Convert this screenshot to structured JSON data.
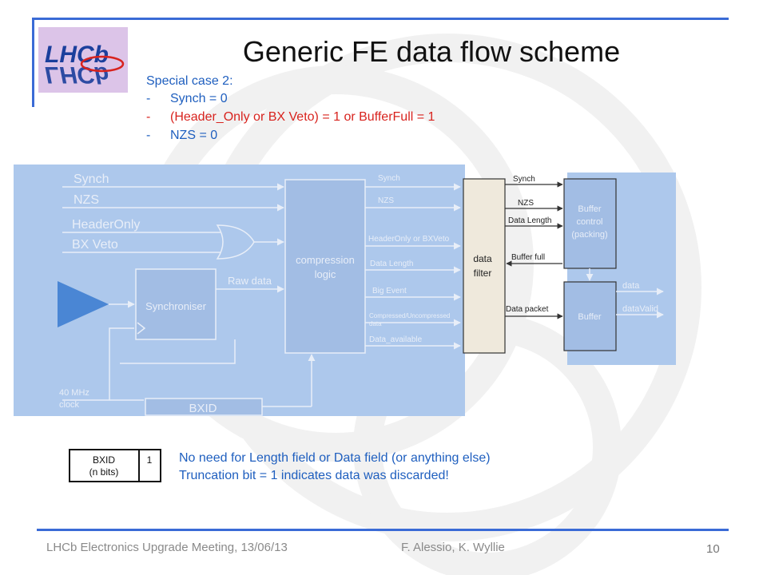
{
  "slide": {
    "title": "Generic FE data flow scheme",
    "subheading": "Special case 2:",
    "conditions": [
      {
        "dash": "-",
        "text": "Synch = 0",
        "color": "#1f5fbf"
      },
      {
        "dash": "-",
        "text": "(Header_Only or BX Veto) = 1 or BufferFull = 1",
        "color": "#d8231e"
      },
      {
        "dash": "-",
        "text": "NZS = 0",
        "color": "#1f5fbf"
      }
    ],
    "notes": [
      "No need for Length field or Data field (or anything else)",
      "Truncation bit  = 1 indicates data was discarded!"
    ]
  },
  "logo": {
    "text": "LHCb",
    "reflection": "LHCb"
  },
  "diagram": {
    "inputs": [
      "Synch",
      "NZS",
      "HeaderOnly",
      "BX Veto"
    ],
    "clock": [
      "40 MHz",
      "clock"
    ],
    "synchroniser": "Synchroniser",
    "raw_data": "Raw data",
    "bxid": "BXID",
    "compression": [
      "compression",
      "logic"
    ],
    "compression_outputs": [
      "Synch",
      "NZS",
      "HeaderOnly or BXVeto",
      "Data Length",
      "Big Event",
      "Compressed/Uncompressed",
      "data",
      "Data_available"
    ],
    "data_filter": [
      "data",
      "filter"
    ],
    "filter_outputs": [
      "Synch",
      "NZS",
      "Data Length",
      "Buffer full",
      "Data packet"
    ],
    "buffer_control": [
      "Buffer",
      "control",
      "(packing)"
    ],
    "buffer": "Buffer",
    "buffer_outputs": [
      "data",
      "dataValid"
    ]
  },
  "frame_table": {
    "field_name": [
      "BXID",
      "(n bits)"
    ],
    "field_value": "1"
  },
  "footer": {
    "meeting": "LHCb Electronics Upgrade Meeting, 13/06/13",
    "authors": "F. Alessio, K. Wyllie",
    "page": "10"
  },
  "colors": {
    "accent_blue": "#3a6bd6",
    "diagram_bg": "#adc8ec",
    "filter_box": "#efe9dc",
    "highlight_red": "#d8231e"
  }
}
